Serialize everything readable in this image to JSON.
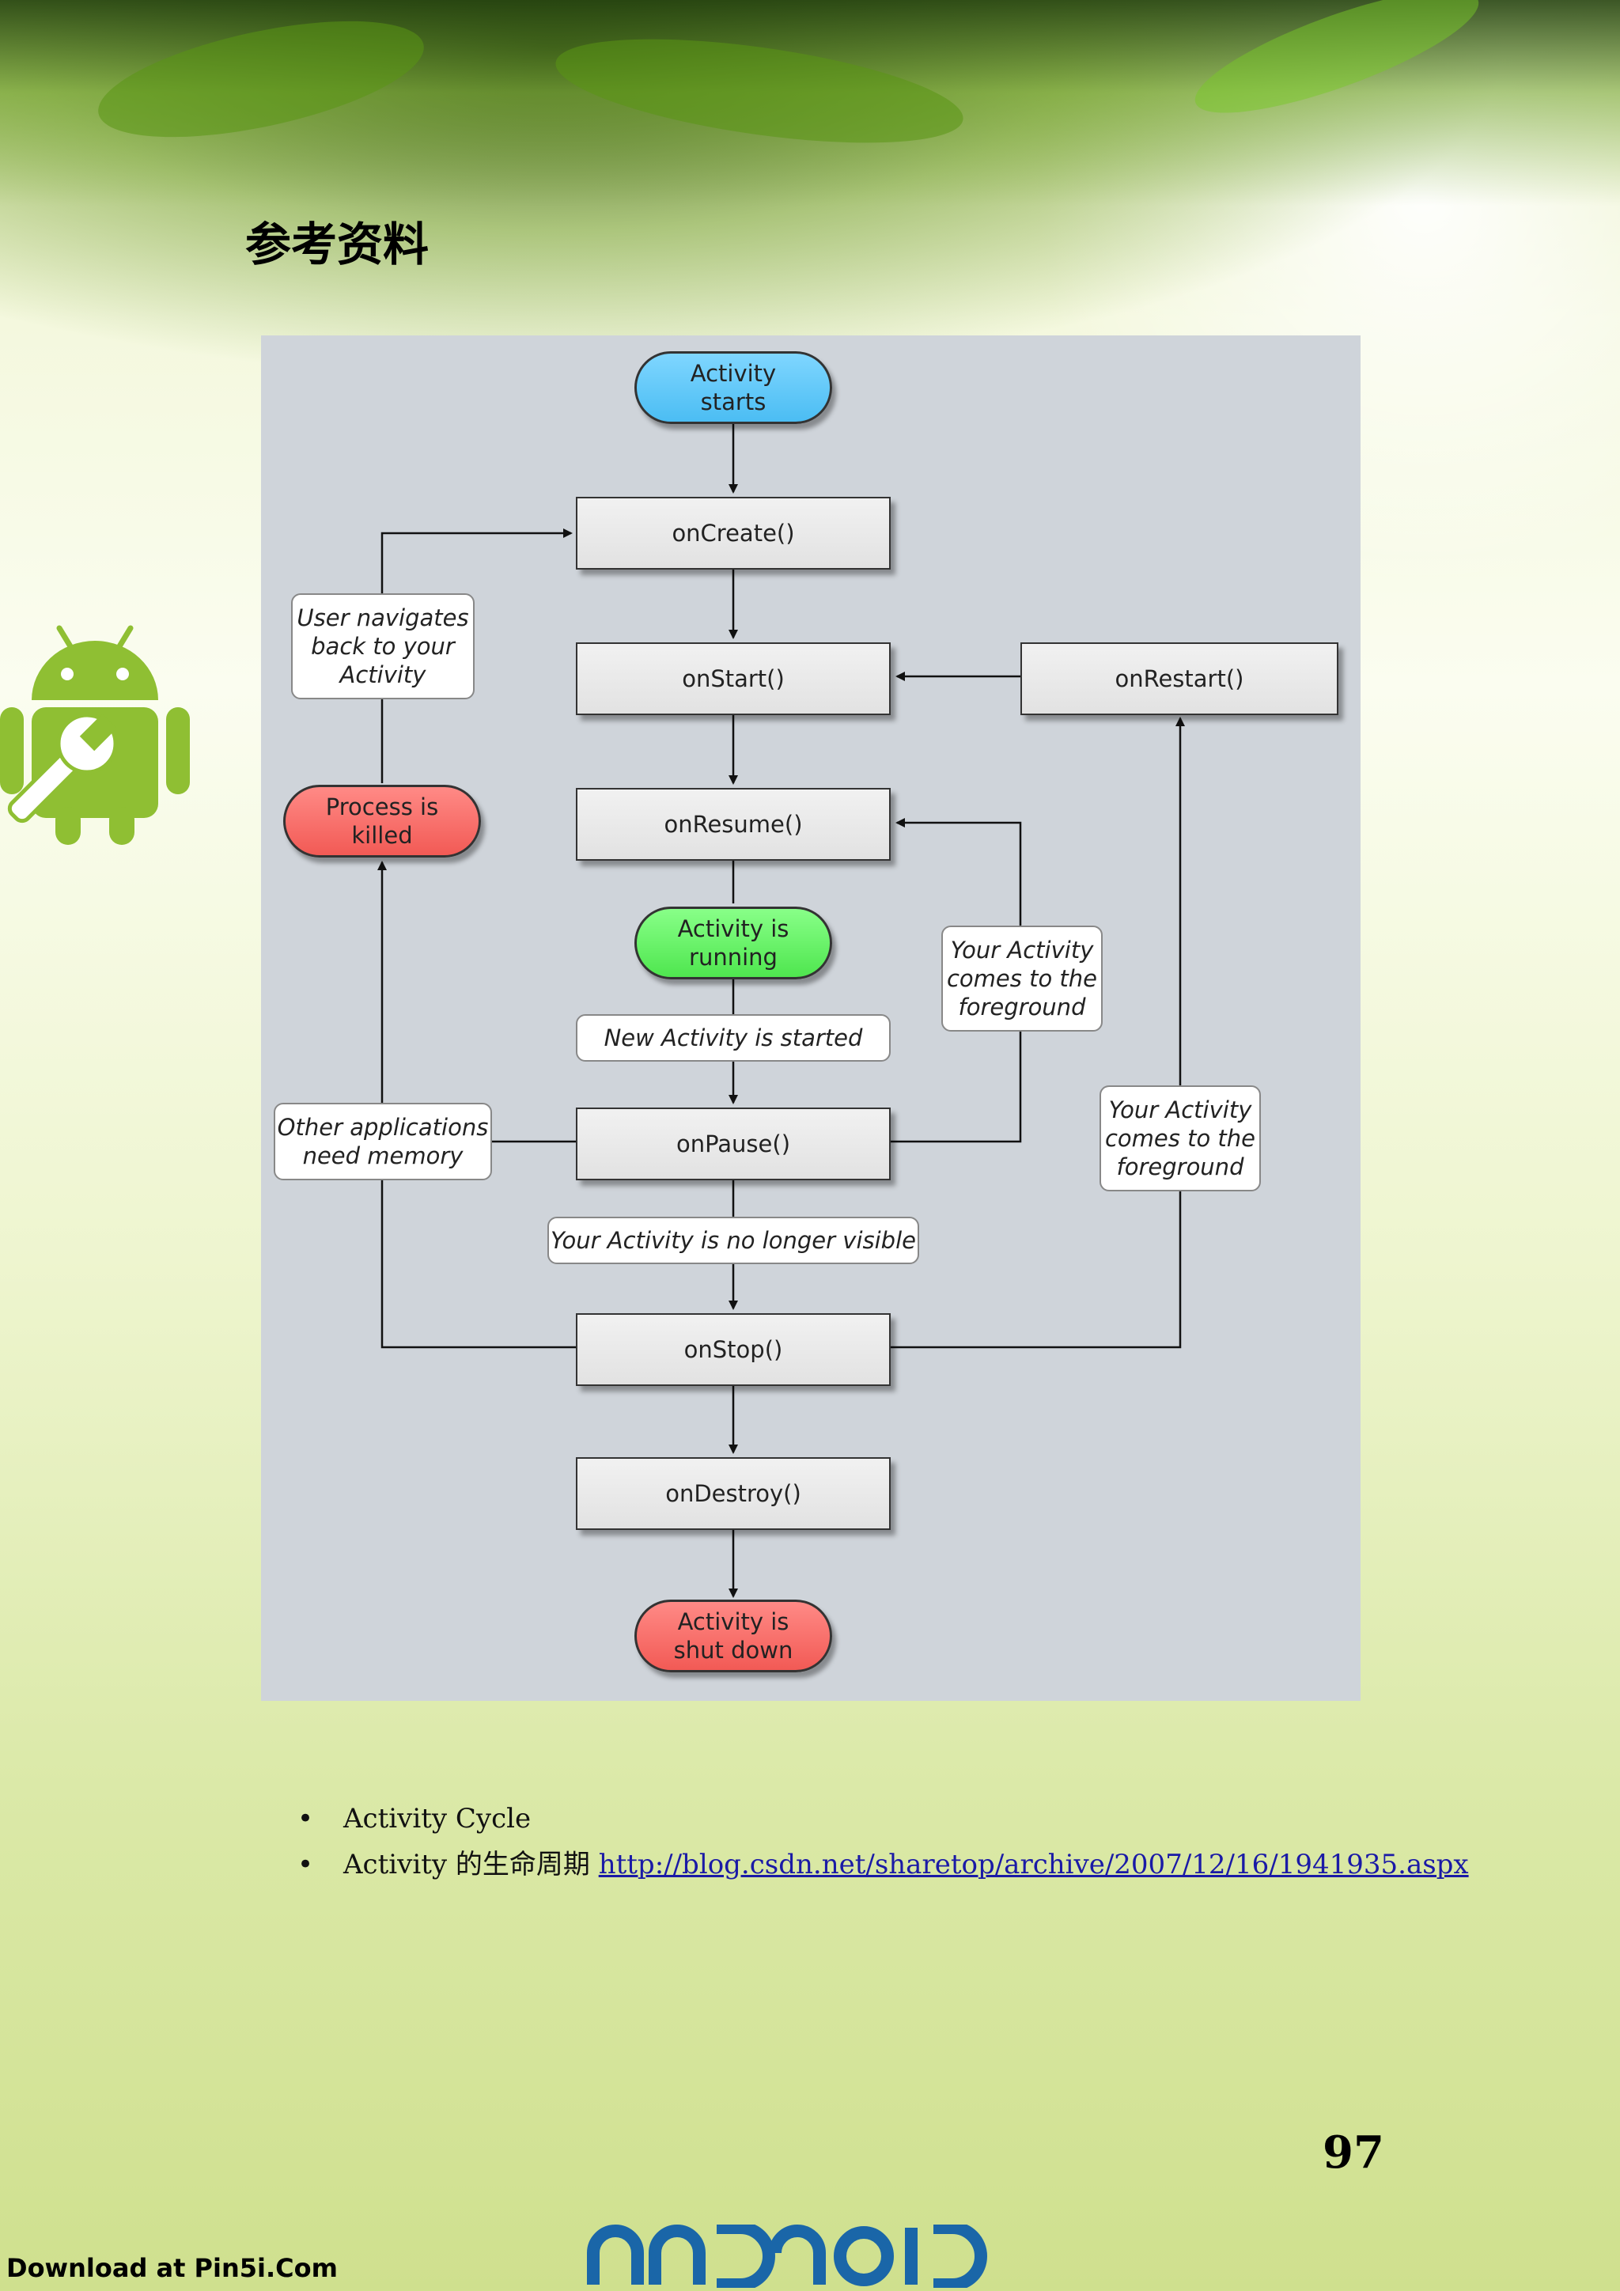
{
  "page": {
    "title": "参考资料",
    "page_number": "97",
    "download_note": "Download at Pin5i.Com",
    "footer_logo_text": "ANDROID"
  },
  "diagram": {
    "nodes": {
      "activity_starts": "Activity\nstarts",
      "on_create": "onCreate()",
      "on_start": "onStart()",
      "on_restart": "onRestart()",
      "on_resume": "onResume()",
      "activity_running": "Activity is\nrunning",
      "on_pause": "onPause()",
      "on_stop": "onStop()",
      "on_destroy": "onDestroy()",
      "activity_shut_down": "Activity is\nshut down",
      "process_killed": "Process is\nkilled"
    },
    "notes": {
      "user_navigates_back": "User navigates\nback to your\nActivity",
      "new_activity_started": "New Activity is started",
      "other_apps_need_memory": "Other applications\nneed memory",
      "no_longer_visible": "Your Activity is no longer visible",
      "comes_to_foreground_1": "Your Activity\ncomes to the\nforeground",
      "comes_to_foreground_2": "Your Activity\ncomes to the\nforeground"
    },
    "colors": {
      "start": "#4bbdf3",
      "running": "#4fe64f",
      "terminal": "#f25a55",
      "panel": "#cfd4da"
    }
  },
  "bullets": [
    {
      "text": "Activity Cycle"
    },
    {
      "text": "Activity 的生命周期 ",
      "link": "http://blog.csdn.net/sharetop/archive/2007/12/16/1941935.aspx"
    }
  ],
  "icons": {
    "android_robot": "android-robot-wrench-icon",
    "bullet": "•"
  }
}
